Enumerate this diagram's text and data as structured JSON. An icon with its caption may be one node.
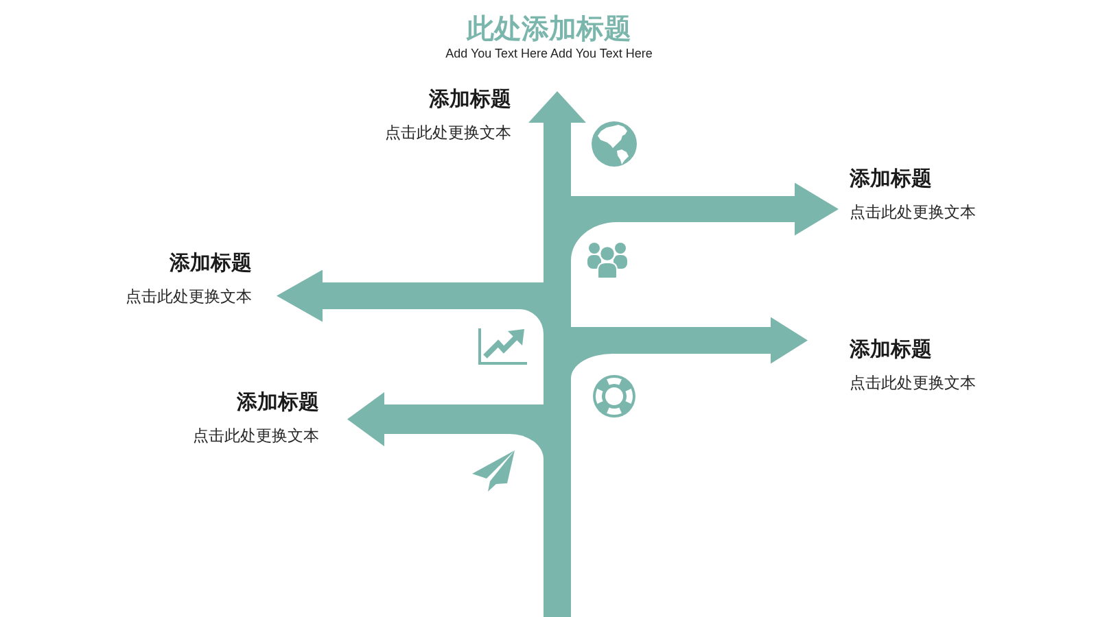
{
  "diagram": {
    "title": "此处添加标题",
    "nodes": [
      {
        "text": [
          "添加标题",
          "点击此处更换文本"
        ]
      },
      {
        "text": [
          "添加标题",
          "点击此处更换文本"
        ]
      },
      {
        "text": [
          "添加标题",
          "点击此处更换文本"
        ]
      },
      {
        "text": [
          "添加标题",
          "点击此处更换文本"
        ]
      },
      {
        "text": [
          "添加标题",
          "点击此处更换文本"
        ]
      },
      {
        "text": [],
        "shape": "bar"
      }
    ],
    "edges": [
      {
        "from": 5,
        "to": 0,
        "arrow": "to"
      },
      {
        "from": 5,
        "to": 1,
        "arrow": "to"
      },
      {
        "from": 5,
        "to": 2,
        "arrow": "to"
      },
      {
        "from": 5,
        "to": 3,
        "arrow": "to"
      },
      {
        "from": 5,
        "to": 4,
        "arrow": "to"
      }
    ],
    "labels": [
      "Add You Text Here Add You Text Here"
    ]
  }
}
